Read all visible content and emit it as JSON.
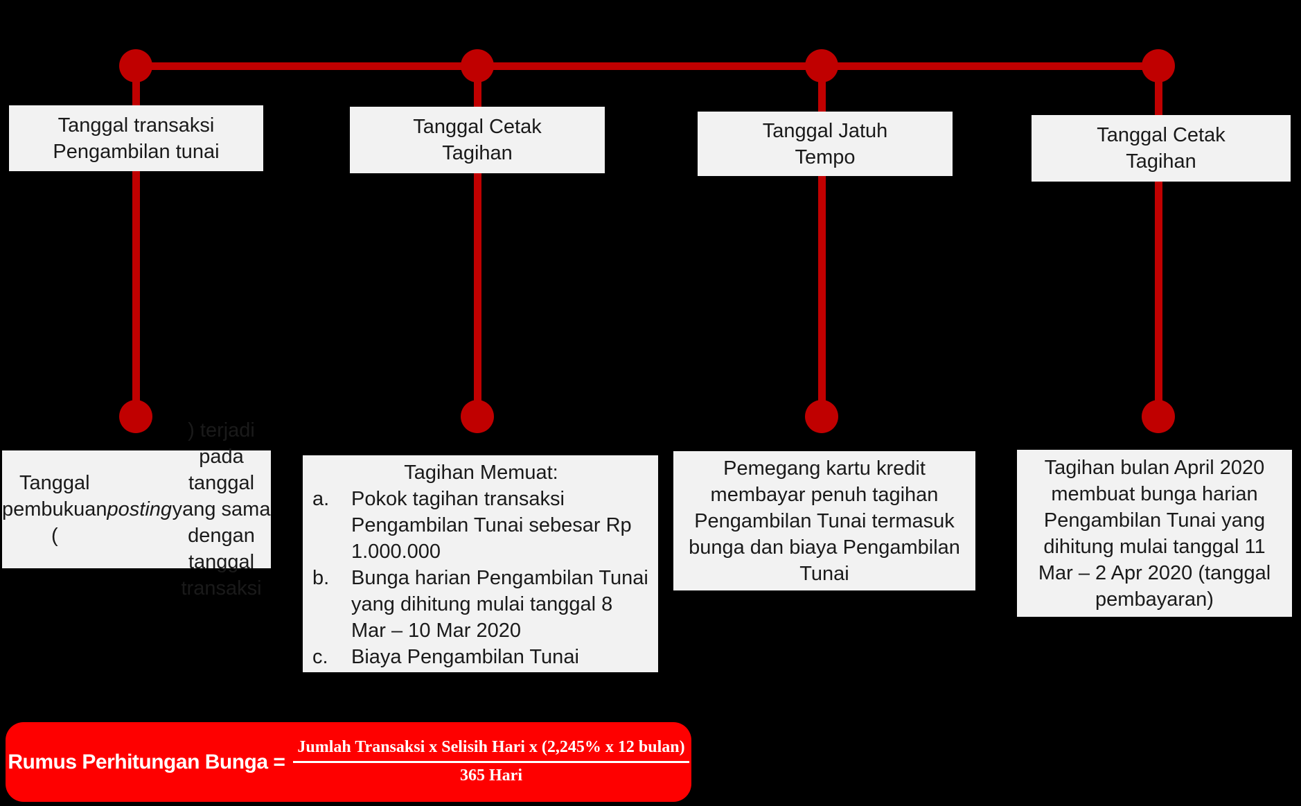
{
  "colors": {
    "background": "#000000",
    "timeline_red": "#C00000",
    "box_background": "#F2F2F2",
    "box_text": "#1A1A1A",
    "formula_background": "#FE0000",
    "formula_text": "#FFFFFF"
  },
  "columns": [
    {
      "top_label": "Tanggal transaksi\nPengambilan tunai",
      "bottom_note": {
        "pre_italic": "Tanggal pembukuan\n(",
        "italic": "posting",
        "post_italic": ") terjadi pada\ntanggal yang sama dengan\ntanggal transaksi"
      }
    },
    {
      "top_label": "Tanggal Cetak\nTagihan",
      "bottom_list": {
        "title": "Tagihan Memuat:",
        "items": [
          {
            "marker": "a.",
            "text": "Pokok tagihan transaksi\nPengambilan Tunai sebesar Rp\n1.000.000"
          },
          {
            "marker": "b.",
            "text": "Bunga harian Pengambilan Tunai\nyang dihitung mulai tanggal 8\nMar – 10 Mar 2020"
          },
          {
            "marker": "c.",
            "text": "Biaya Pengambilan Tunai"
          }
        ]
      }
    },
    {
      "top_label": "Tanggal Jatuh\nTempo",
      "bottom_label": "Pemegang kartu kredit\nmembayar penuh tagihan\nPengambilan Tunai termasuk\nbunga dan biaya Pengambilan\nTunai"
    },
    {
      "top_label": "Tanggal Cetak\nTagihan",
      "bottom_label": "Tagihan bulan April 2020\nmembuat bunga harian\nPengambilan Tunai yang\ndihitung mulai tanggal 11\nMar – 2 Apr 2020 (tanggal\npembayaran)"
    }
  ],
  "formula": {
    "label": "Rumus Perhitungan Bunga =",
    "numerator": "Jumlah Transaksi x Selisih Hari x (2,245% x 12 bulan)",
    "denominator": "365 Hari"
  }
}
